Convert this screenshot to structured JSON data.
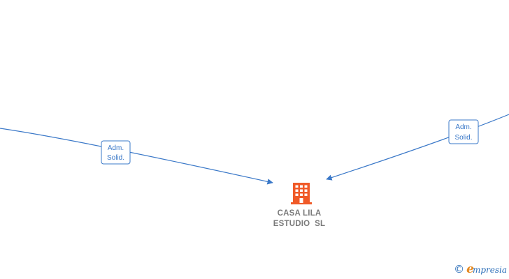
{
  "company": {
    "name_line1": "CASA LILA",
    "name_line2": "ESTUDIO  SL",
    "icon": "building-icon"
  },
  "edges": [
    {
      "label_line1": "Adm.",
      "label_line2": "Solid."
    },
    {
      "label_line1": "Adm.",
      "label_line2": "Solid."
    }
  ],
  "watermark": {
    "copyright": "©",
    "brand_first": "e",
    "brand_rest": "mpresia"
  },
  "colors": {
    "edge": "#3a78c8",
    "building": "#f05a28",
    "label_text": "#7a7a7a",
    "brand_orange": "#e58a22",
    "brand_blue": "#2a6db8"
  }
}
